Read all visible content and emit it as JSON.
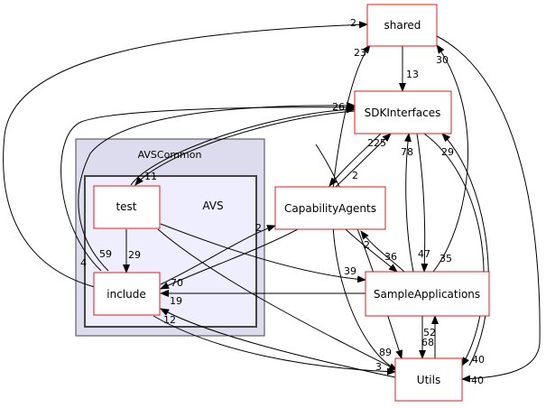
{
  "clusters": {
    "outer": {
      "label": "AVSCommon",
      "fill": "#dcdcee",
      "stroke": "#454545"
    },
    "inner": {
      "label": "AVS",
      "fill": "#eeeefe",
      "stroke": "#454545"
    }
  },
  "nodes": {
    "shared": "shared",
    "sdkinterfaces": "SDKInterfaces",
    "capabilityagents": "CapabilityAgents",
    "sampleapplications": "SampleApplications",
    "utils": "Utils",
    "test": "test",
    "include": "include"
  },
  "edge_labels": {
    "l_2": "2",
    "l_23": "23",
    "l_13": "13",
    "l_30": "30",
    "l_35": "35",
    "l_26": "26",
    "l_225": "225",
    "l_2b": "2",
    "l_78": "78",
    "l_29a": "29",
    "l_11": "11",
    "l_59": "59",
    "l_4": "4",
    "l_29b": "29",
    "l_2c": "2",
    "l_70": "70",
    "l_2d": "2",
    "l_36": "36",
    "l_47": "47",
    "l_39": "39",
    "l_19": "19",
    "l_12": "12",
    "l_52": "52",
    "l_68": "68",
    "l_89": "89",
    "l_3": "3",
    "l_40a": "40",
    "l_40b": "40"
  },
  "colors": {
    "node_border": "#e41a1c",
    "edge": "#000000"
  }
}
